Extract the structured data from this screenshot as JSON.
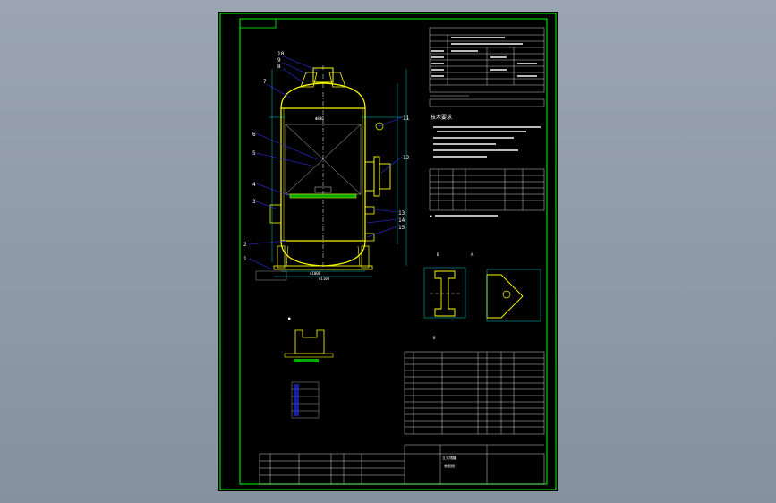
{
  "colors": {
    "background": "#8e9aa7",
    "sheet": "#000000",
    "frame": "#00ff00",
    "outline": "#ffff00",
    "leader": "#3333ff",
    "dimension": "#00ffff",
    "text": "#ffffff",
    "label": "#ff00ff"
  },
  "callouts": [
    "10",
    "9",
    "8",
    "7",
    "6",
    "5",
    "4",
    "3",
    "2",
    "1",
    "11",
    "12",
    "13",
    "14",
    "15"
  ],
  "views": {
    "detail_a": "A",
    "section_b": "B"
  },
  "tech_notes_heading": "技术要求",
  "title_block": {
    "title_line1": "立式储罐",
    "title_line2": "装配图"
  }
}
